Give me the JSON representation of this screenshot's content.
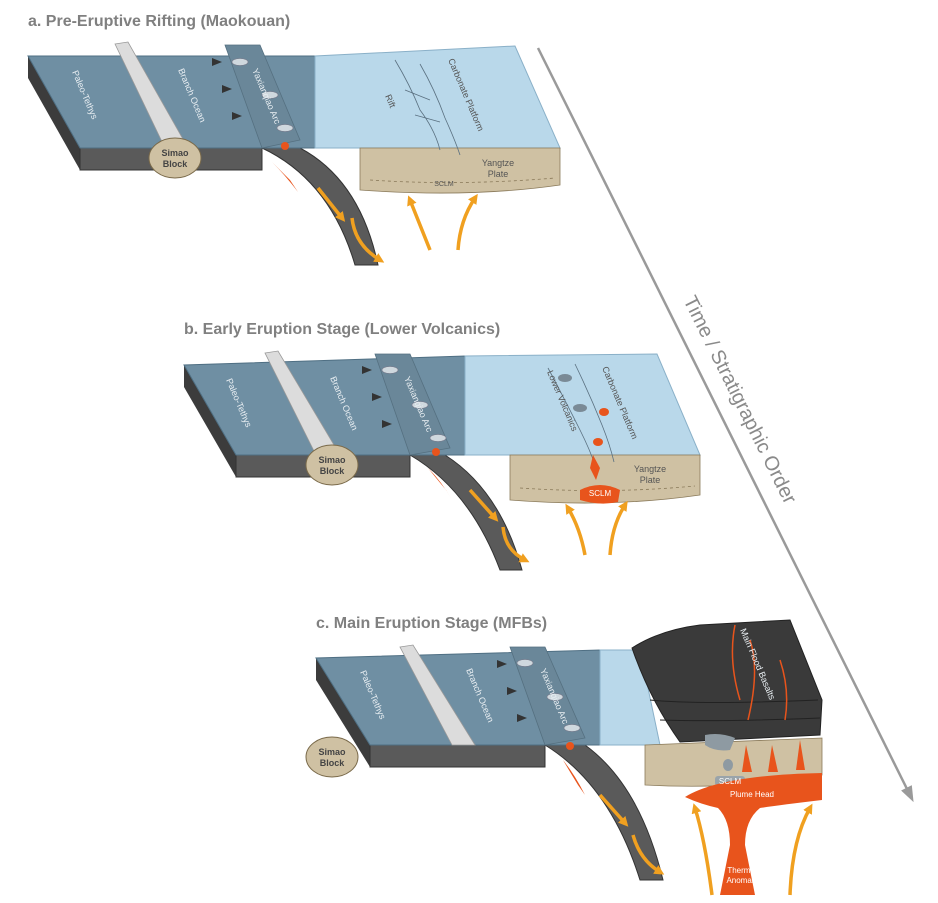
{
  "stages": [
    {
      "title": "a. Pre-Eruptive Rifting (Maokouan)",
      "labels": {
        "paleo_tethys": "Paleo-Tethys",
        "branch_ocean": "Branch Ocean",
        "arc": "Yaxianqiao Arc",
        "platform": "Carbonate Platform",
        "rift": "Rift",
        "simao_1": "Simao",
        "simao_2": "Block",
        "yangtze_1": "Yangtze",
        "yangtze_2": "Plate",
        "sclm": "SCLM"
      }
    },
    {
      "title": "b. Early Eruption Stage (Lower Volcanics)",
      "labels": {
        "paleo_tethys": "Paleo-Tethys",
        "branch_ocean": "Branch Ocean",
        "arc": "Yaxianqiao Arc",
        "lower_volcanics": "Lower Volcanics",
        "platform": "Carbonate Platform",
        "simao_1": "Simao",
        "simao_2": "Block",
        "yangtze_1": "Yangtze",
        "yangtze_2": "Plate",
        "sclm": "SCLM"
      }
    },
    {
      "title": "c. Main Eruption Stage (MFBs)",
      "labels": {
        "paleo_tethys": "Paleo-Tethys",
        "branch_ocean": "Branch Ocean",
        "arc": "Yaxianqiao Arc",
        "mfb": "Main Flood Basalts",
        "simao_1": "Simao",
        "simao_2": "Block",
        "sclm": "SCLM",
        "plume_head": "Plume Head",
        "thermal_1": "Thermal",
        "thermal_2": "Anomaly"
      }
    }
  ],
  "time_axis": "Time / Stratigraphic Order",
  "colors": {
    "ocean": "#6f8fa3",
    "shallow_sea": "#b9d8ea",
    "lithosphere": "#4d4d4d",
    "continental_crust": "#cfc1a3",
    "magma": "#e8541c",
    "mantle_flow": "#f0a020",
    "flood_basalt": "#3a3a3a"
  }
}
